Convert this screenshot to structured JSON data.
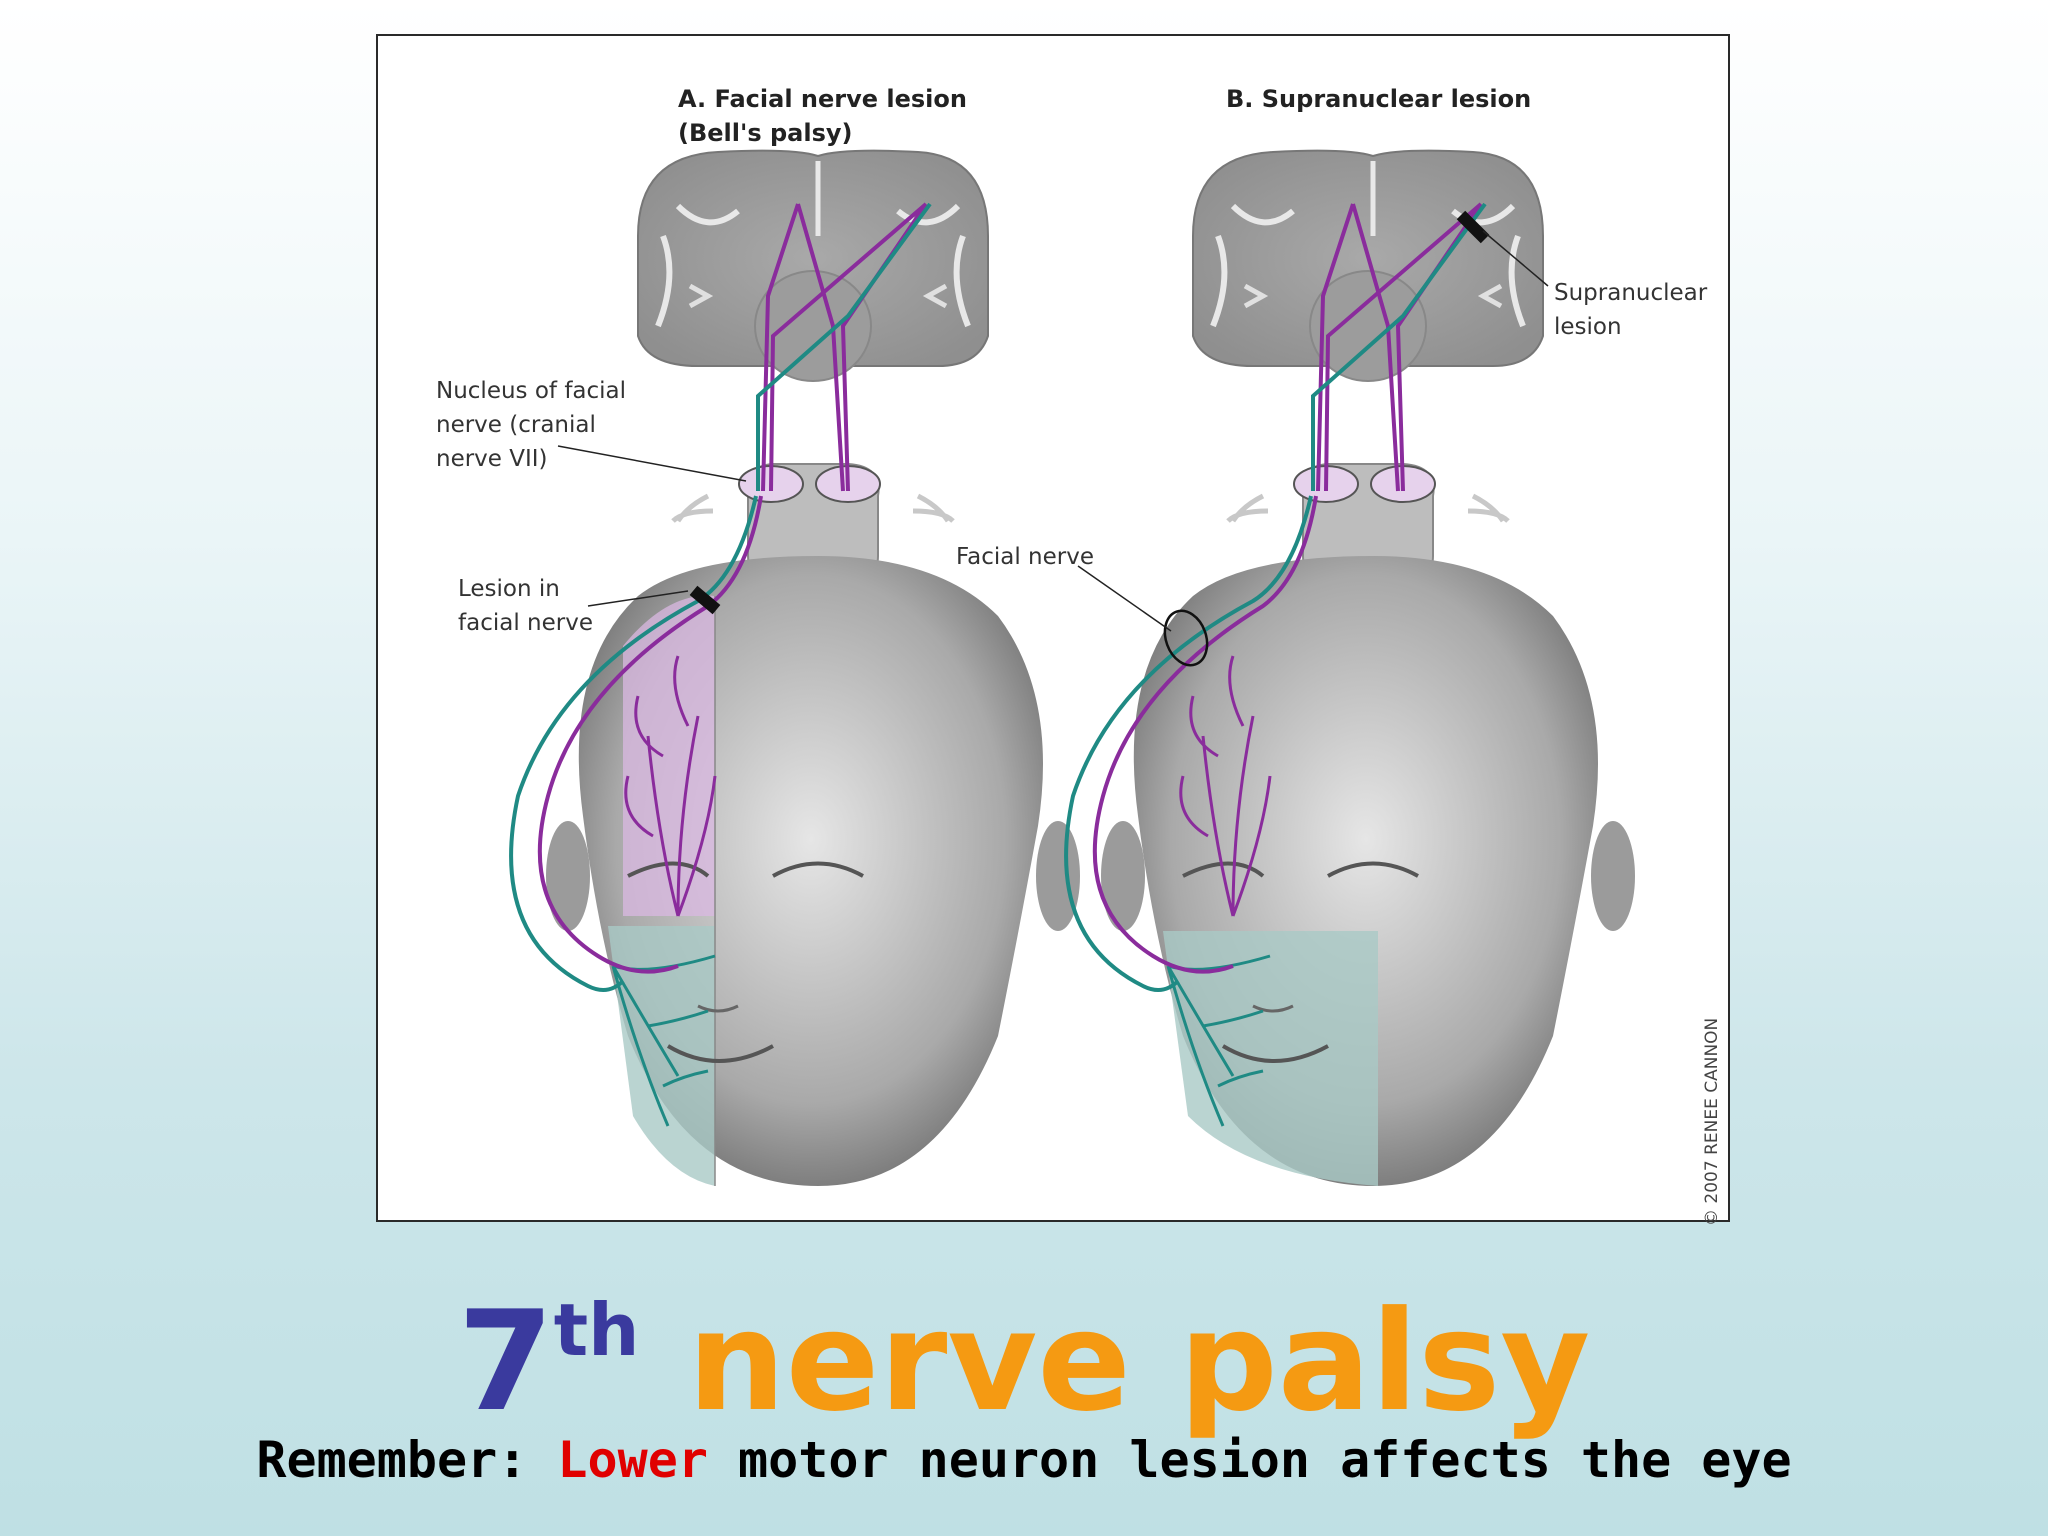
{
  "figure": {
    "panel_a_title_line1": "A. Facial nerve lesion",
    "panel_a_title_line2": "(Bell's palsy)",
    "panel_b_title": "B. Supranuclear lesion",
    "labels": {
      "nucleus_line1": "Nucleus of facial",
      "nucleus_line2": "nerve (cranial",
      "nucleus_line3": "nerve VII)",
      "lesion_facial_line1": "Lesion in",
      "lesion_facial_line2": "facial nerve",
      "facial_nerve": "Facial nerve",
      "supranuclear_line1": "Supranuclear",
      "supranuclear_line2": "lesion"
    },
    "credit": "© 2007 RENEE CANNON",
    "colors": {
      "upper_pathway": "#8a2c9c",
      "lower_pathway": "#1f8a84",
      "brain": "#b8b8b8",
      "upper_face_tint": "#d9b8e2",
      "lower_face_tint": "#a9c9c6"
    }
  },
  "title": {
    "number": "7",
    "superscript": "th",
    "rest": " nerve palsy"
  },
  "subtitle": {
    "prefix": "Remember: ",
    "highlight": "Lower",
    "suffix": " motor neuron lesion affects the eye"
  }
}
